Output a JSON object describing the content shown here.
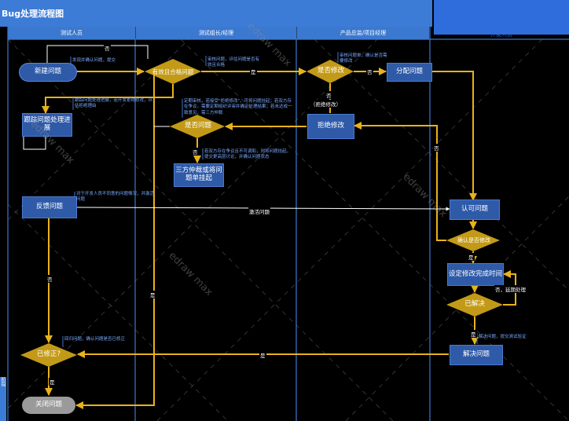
{
  "title": "Bug处理流程图",
  "brand": "edraw max",
  "lanes": [
    "测试人员",
    "测试组长/经理",
    "产品总监/项目经理",
    "开发人员"
  ],
  "side_label": "阶段",
  "nodes": {
    "new_issue": "新建问题",
    "valid_issue": "有效且合格问题",
    "whether_modify": "是否修改",
    "assign_issue": "分配问题",
    "track_issue": "跟踪问题处理进展",
    "is_issue": "是否问题",
    "reject_modify": "拒绝修改",
    "arbitration": "三方仲裁或将问题单挂起",
    "feedback_issue": "反馈问题",
    "confirm_issue": "认可问题",
    "confirm_whether_modify": "确认是否修改",
    "set_completion_time": "设定修改完成时间",
    "resolved": "已解决",
    "solve_issue": "解决问题",
    "corrected": "已修正?",
    "close_issue": "关闭问题"
  },
  "notes": {
    "n1": "发现并确认问题，提交",
    "n2": "审核问题，评估问题是否有效且合格",
    "n3": "审核问题单，确认是否需要修改",
    "n4": "跟踪问题处理进展，若开发拒绝修改，评估拒绝理由",
    "n5": "定期审核，若接受\"拒绝修改\"，可将问题挂起；若双方存在争议，需要定期组织评审并确定处理结果；若未达成一致意见，需三方仲裁",
    "n6": "若双方存在争议且不可调和，则将问题挂起，提交更高层讨论，并确认问题状态",
    "n7": "对于开发人员不同意的问题情况，并激活问题",
    "n8": "回归问题，确认问题是否已修正",
    "n9": "解决问题，提交测试验证"
  },
  "edge_labels": {
    "yes": "是",
    "no": "否",
    "reject_modify_paren": "（拒绝修改）",
    "activate_issue": "激活问题",
    "no_delay": "否，延期处理"
  },
  "colors": {
    "title_bar": "#3c7bd6",
    "lane_header": "#3b78cf",
    "process": "#2e5aa8",
    "decision": "#c39a17",
    "arrow": "#e8b21a",
    "note": "#7aa9ff",
    "close_node": "#9a9a9a"
  }
}
